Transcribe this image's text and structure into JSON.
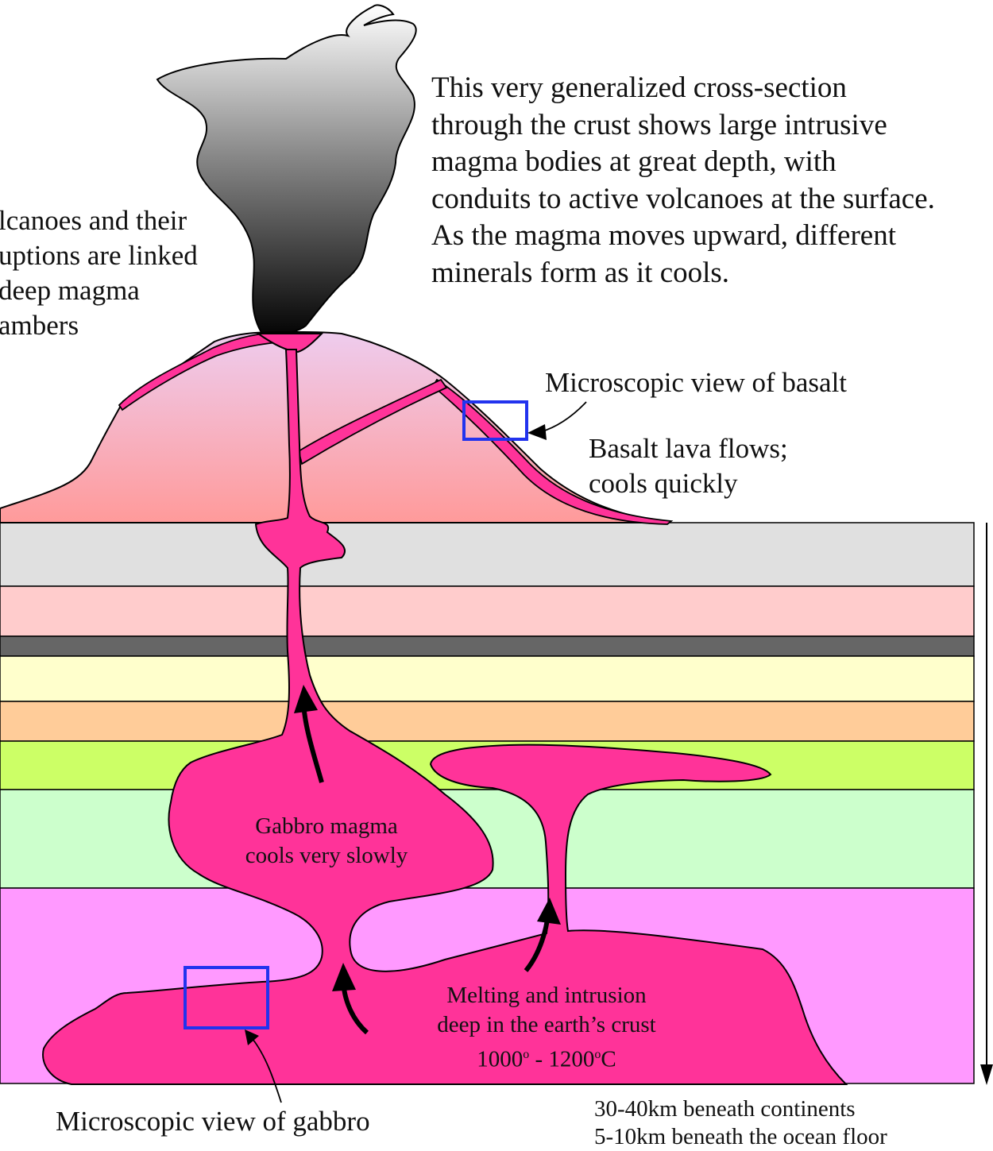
{
  "description_text": [
    "This very generalized cross-section",
    "through the crust shows large intrusive",
    "magma bodies at great depth, with",
    "conduits to active volcanoes at the surface.",
    "As the magma moves upward, different",
    "minerals form as it cools."
  ],
  "left_note_text": [
    "lcanoes and their",
    "uptions are linked",
    "deep magma",
    "ambers"
  ],
  "labels": {
    "basalt_view": "Microscopic view of basalt",
    "basalt_flows": [
      "Basalt lava flows;",
      "cools quickly"
    ],
    "gabbro_magma": [
      "Gabbro magma",
      "cools very slowly"
    ],
    "melting": [
      "Melting and intrusion",
      "deep in the earth’s crust"
    ],
    "gabbro_view": "Microscopic view of gabbro"
  },
  "temperature": {
    "low": "1000",
    "high": "1200",
    "degree_mark": "o",
    "unit": "C",
    "separator": " - "
  },
  "depth_text": [
    "30-40km beneath continents",
    "5-10km beneath the ocean floor"
  ],
  "colors": {
    "magma": "#ff3399",
    "box_outline": "#2233ee",
    "layer_gray": "#e0e0e0",
    "layer_pink": "#ffcccc",
    "layer_dark": "#666666",
    "layer_cream": "#ffffcc",
    "layer_orange": "#ffcc99",
    "layer_lime": "#ccff66",
    "layer_mint": "#ccffcc",
    "layer_violet": "#ff99ff"
  }
}
